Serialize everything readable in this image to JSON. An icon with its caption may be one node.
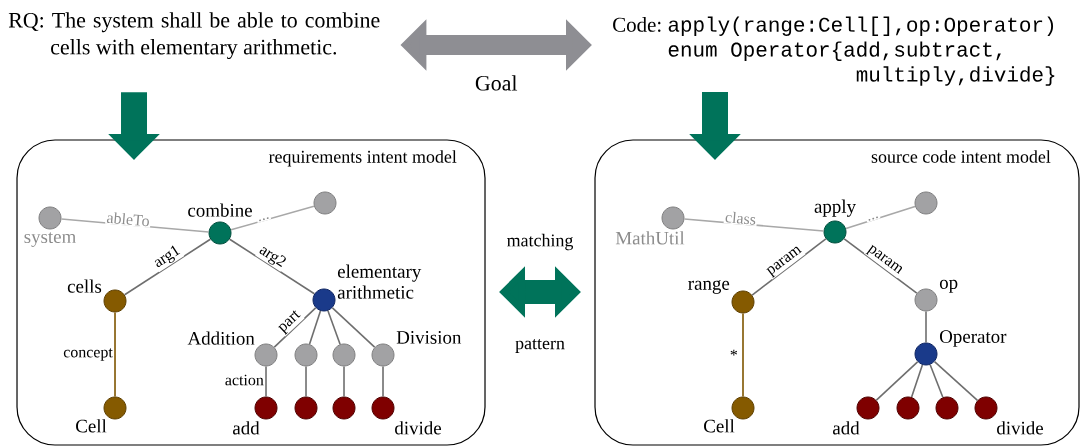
{
  "diagram": {
    "nodes": [
      {
        "text": [
          "RQ:",
          "The system shall be able to combine cells with elementary arithmetic."
        ]
      },
      {
        "text": [
          "Code:",
          "apply(range:Cell[],op:Operator)",
          "enum Operator{add,subtract,",
          "multiply,divide}"
        ]
      },
      {
        "text": [
          "requirements intent model"
        ]
      },
      {
        "text": [
          "system"
        ],
        "in": 2
      },
      {
        "text": [
          "combine"
        ],
        "in": 2
      },
      {
        "text": [],
        "shape": "circle",
        "in": 2
      },
      {
        "text": [
          "cells"
        ],
        "in": 2
      },
      {
        "text": [
          "elementary arithmetic"
        ],
        "in": 2
      },
      {
        "text": [
          "Addition"
        ],
        "in": 2
      },
      {
        "text": [],
        "shape": "circle",
        "in": 2
      },
      {
        "text": [],
        "shape": "circle",
        "in": 2
      },
      {
        "text": [
          "Division"
        ],
        "in": 2
      },
      {
        "text": [
          "Cell"
        ],
        "in": 2
      },
      {
        "text": [
          "add"
        ],
        "in": 2
      },
      {
        "text": [],
        "shape": "circle",
        "in": 2
      },
      {
        "text": [],
        "shape": "circle",
        "in": 2
      },
      {
        "text": [
          "divide"
        ],
        "in": 2
      },
      {
        "text": [
          "source code intent model"
        ]
      },
      {
        "text": [
          "MathUtil"
        ],
        "in": 17
      },
      {
        "text": [
          "apply"
        ],
        "in": 17
      },
      {
        "text": [],
        "shape": "circle",
        "in": 17
      },
      {
        "text": [
          "range"
        ],
        "in": 17
      },
      {
        "text": [
          "op"
        ],
        "in": 17
      },
      {
        "text": [
          "Operator"
        ],
        "in": 17
      },
      {
        "text": [
          "Cell"
        ],
        "in": 17
      },
      {
        "text": [
          "add"
        ],
        "in": 17
      },
      {
        "text": [],
        "shape": "circle",
        "in": 17
      },
      {
        "text": [],
        "shape": "circle",
        "in": 17
      },
      {
        "text": [
          "divide"
        ],
        "in": 17
      }
    ],
    "edges": [
      {
        "from": 0,
        "to": 1,
        "arrow": "both",
        "label": "Goal",
        "style": "thick",
        "color": "#8e8e93"
      },
      {
        "from": 0,
        "to": 2,
        "arrow": "to",
        "style": "thick",
        "color": "#00735a"
      },
      {
        "from": 1,
        "to": 17,
        "arrow": "to",
        "style": "thick",
        "color": "#00735a"
      },
      {
        "from": 2,
        "to": 17,
        "arrow": "both",
        "style": "thick",
        "color": "#00735a"
      },
      {
        "from": 4,
        "to": 3,
        "arrow": "none",
        "label": "ableTo",
        "color": "#a8a8a8"
      },
      {
        "from": 4,
        "to": 5,
        "arrow": "none",
        "label": "...",
        "color": "#a8a8a8"
      },
      {
        "from": 4,
        "to": 6,
        "arrow": "none",
        "label": "arg1"
      },
      {
        "from": 4,
        "to": 7,
        "arrow": "none",
        "label": "arg2"
      },
      {
        "from": 6,
        "to": 12,
        "arrow": "none",
        "label": "concept",
        "color": "#7f5500"
      },
      {
        "from": 7,
        "to": 8,
        "arrow": "none",
        "label": "part"
      },
      {
        "from": 7,
        "to": 9,
        "arrow": "none"
      },
      {
        "from": 7,
        "to": 10,
        "arrow": "none"
      },
      {
        "from": 7,
        "to": 11,
        "arrow": "none"
      },
      {
        "from": 8,
        "to": 13,
        "arrow": "none",
        "label": "action"
      },
      {
        "from": 9,
        "to": 14,
        "arrow": "none"
      },
      {
        "from": 10,
        "to": 15,
        "arrow": "none"
      },
      {
        "from": 11,
        "to": 16,
        "arrow": "none"
      },
      {
        "from": 19,
        "to": 18,
        "arrow": "none",
        "label": "class",
        "color": "#a8a8a8"
      },
      {
        "from": 19,
        "to": 20,
        "arrow": "none",
        "label": "...",
        "color": "#a8a8a8"
      },
      {
        "from": 19,
        "to": 21,
        "arrow": "none",
        "label": "param"
      },
      {
        "from": 19,
        "to": 22,
        "arrow": "none",
        "label": "param"
      },
      {
        "from": 21,
        "to": 24,
        "arrow": "none",
        "label": "*",
        "color": "#7f5500"
      },
      {
        "from": 22,
        "to": 23,
        "arrow": "none"
      },
      {
        "from": 23,
        "to": 25,
        "arrow": "none"
      },
      {
        "from": 23,
        "to": 26,
        "arrow": "none"
      },
      {
        "from": 23,
        "to": 27,
        "arrow": "none"
      },
      {
        "from": 23,
        "to": 28,
        "arrow": "none"
      }
    ],
    "labels": [
      "matching",
      "pattern"
    ]
  }
}
